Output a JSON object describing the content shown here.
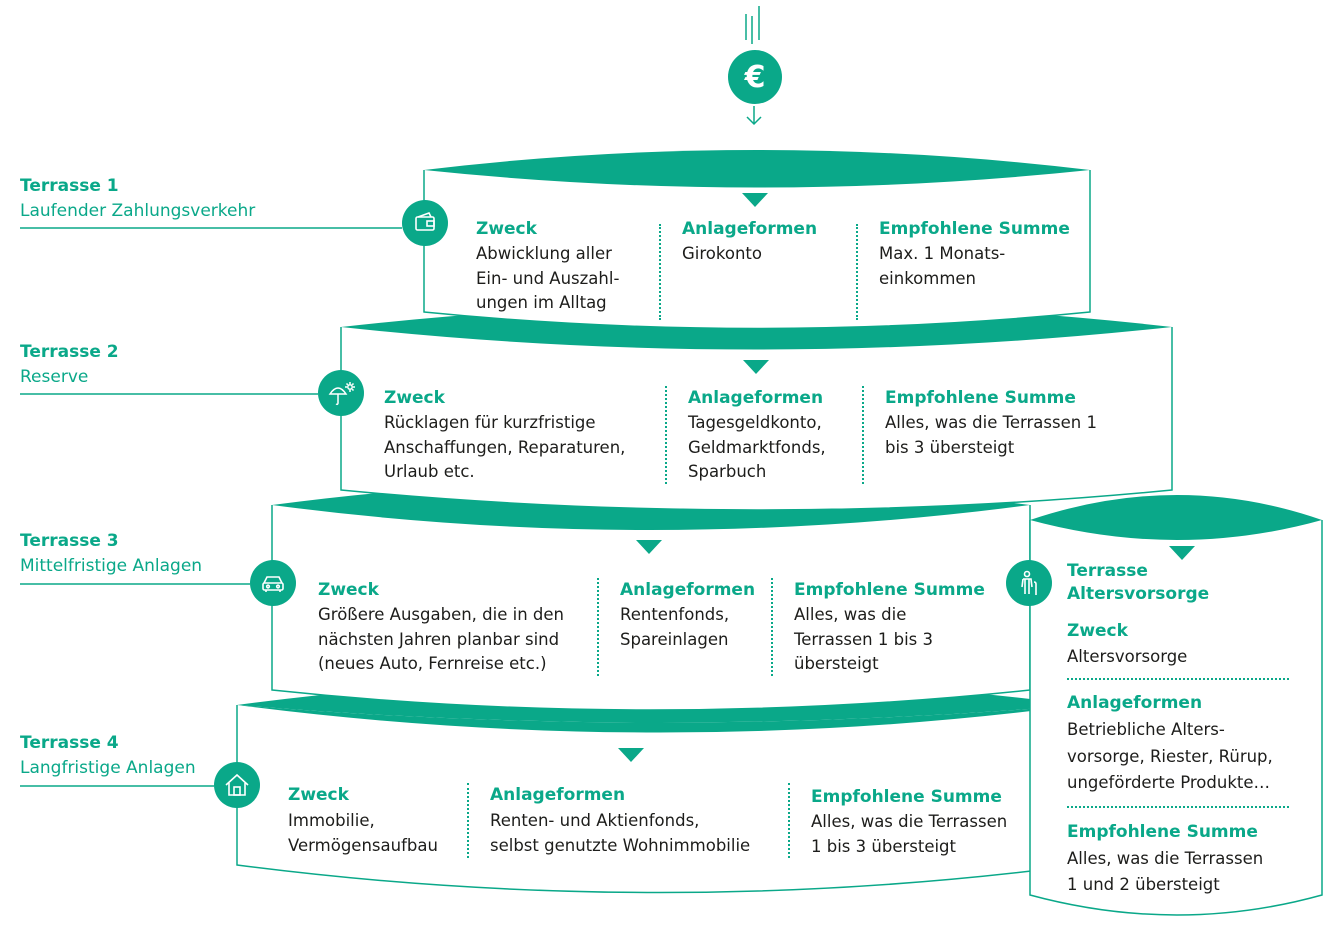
{
  "colors": {
    "accent": "#0aa889",
    "text": "#1d1d1b",
    "background": "#ffffff"
  },
  "coin": {
    "symbol": "€",
    "icon": "euro-coin-icon"
  },
  "tiers": [
    {
      "label_title": "Terrasse 1",
      "label_sub": "Laufender Zahlungsverkehr",
      "icon": "wallet-icon",
      "col1_head": "Zweck",
      "col1_lines": [
        "Abwicklung aller",
        "Ein- und Auszahl-",
        "ungen im Alltag"
      ],
      "col2_head": "Anlageformen",
      "col2_lines": [
        "Girokonto"
      ],
      "col3_head": "Empfohlene Summe",
      "col3_lines": [
        "Max. 1 Monats-",
        "einkommen"
      ]
    },
    {
      "label_title": "Terrasse 2",
      "label_sub": "Reserve",
      "icon": "umbrella-sun-icon",
      "col1_head": "Zweck",
      "col1_lines": [
        "Rücklagen für kurzfristige",
        "Anschaffungen, Reparaturen,",
        "Urlaub etc."
      ],
      "col2_head": "Anlageformen",
      "col2_lines": [
        "Tagesgeldkonto,",
        "Geldmarktfonds,",
        "Sparbuch"
      ],
      "col3_head": "Empfohlene Summe",
      "col3_lines": [
        "Alles, was die Terrassen 1",
        "bis 3 übersteigt"
      ]
    },
    {
      "label_title": "Terrasse 3",
      "label_sub": "Mittelfristige Anlagen",
      "icon": "car-icon",
      "col1_head": "Zweck",
      "col1_lines": [
        "Größere Ausgaben, die in den",
        "nächsten Jahren planbar sind",
        "(neues Auto, Fernreise etc.)"
      ],
      "col2_head": "Anlageformen",
      "col2_lines": [
        "Rentenfonds,",
        "Spareinlagen"
      ],
      "col3_head": "Empfohlene Summe",
      "col3_lines": [
        "Alles, was die",
        "Terrassen 1 bis 3",
        "übersteigt"
      ]
    },
    {
      "label_title": "Terrasse 4",
      "label_sub": "Langfristige Anlagen",
      "icon": "house-icon",
      "col1_head": "Zweck",
      "col1_lines": [
        "Immobilie,",
        "Vermögensaufbau"
      ],
      "col2_head": "Anlageformen",
      "col2_lines": [
        "Renten- und Aktienfonds,",
        "selbst genutzte Wohnimmobilie"
      ],
      "col3_head": "Empfohlene Summe",
      "col3_lines": [
        "Alles, was die Terrassen",
        "1 bis 3 übersteigt"
      ]
    }
  ],
  "side": {
    "title_lines": [
      "Terrasse",
      "Altersvorsorge"
    ],
    "icon": "elderly-person-icon",
    "col1_head": "Zweck",
    "col1_lines": [
      "Altersvorsorge"
    ],
    "col2_head": "Anlageformen",
    "col2_lines": [
      "Betriebliche Alters-",
      "vorsorge, Riester, Rürup,",
      "ungeförderte Produkte…"
    ],
    "col3_head": "Empfohlene Summe",
    "col3_lines": [
      "Alles, was die Terrassen",
      "1 und 2 übersteigt"
    ]
  }
}
